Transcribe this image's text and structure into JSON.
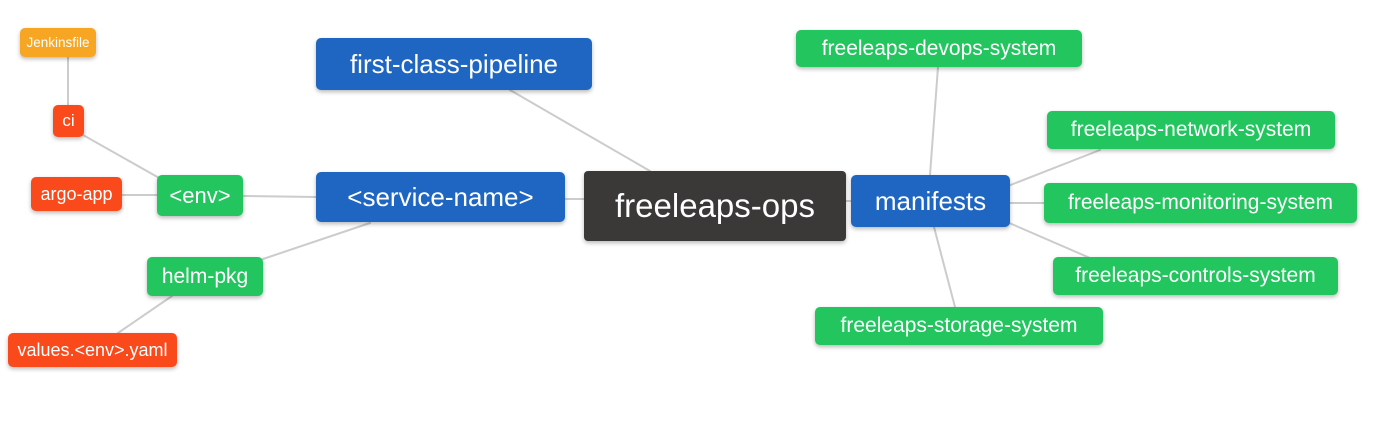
{
  "diagram": {
    "type": "mindmap",
    "background": "#FFFFFF",
    "line_color": "#CCCCCC",
    "palette": {
      "root_dark": "#3B3838",
      "branch_blue": "#1F66C2",
      "leaf_green": "#22C55E",
      "leaf_red_orange": "#FA491B",
      "leaf_orange": "#F6A623"
    },
    "nodes": {
      "freeleaps_ops": {
        "label": "freeleaps-ops",
        "color": "#3B3838"
      },
      "first_class_pipeline": {
        "label": "first-class-pipeline",
        "color": "#1F66C2"
      },
      "service_name": {
        "label": "<service-name>",
        "color": "#1F66C2"
      },
      "manifests": {
        "label": "manifests",
        "color": "#1F66C2"
      },
      "env": {
        "label": "<env>",
        "color": "#22C55E"
      },
      "helm_pkg": {
        "label": "helm-pkg",
        "color": "#22C55E"
      },
      "jenkinsfile": {
        "label": "Jenkinsfile",
        "color": "#F6A623"
      },
      "ci": {
        "label": "ci",
        "color": "#FA491B"
      },
      "argo_app": {
        "label": "argo-app",
        "color": "#FA491B"
      },
      "values_env_yaml": {
        "label": "values.<env>.yaml",
        "color": "#FA491B"
      },
      "devops_system": {
        "label": "freeleaps-devops-system",
        "color": "#22C55E"
      },
      "network_system": {
        "label": "freeleaps-network-system",
        "color": "#22C55E"
      },
      "monitoring_system": {
        "label": "freeleaps-monitoring-system",
        "color": "#22C55E"
      },
      "controls_system": {
        "label": "freeleaps-controls-system",
        "color": "#22C55E"
      },
      "storage_system": {
        "label": "freeleaps-storage-system",
        "color": "#22C55E"
      }
    },
    "edges": [
      {
        "from": "jenkinsfile",
        "to": "ci"
      },
      {
        "from": "ci",
        "to": "env"
      },
      {
        "from": "argo_app",
        "to": "env"
      },
      {
        "from": "env",
        "to": "service_name"
      },
      {
        "from": "helm_pkg",
        "to": "service_name"
      },
      {
        "from": "values_env_yaml",
        "to": "helm_pkg"
      },
      {
        "from": "first_class_pipeline",
        "to": "freeleaps_ops"
      },
      {
        "from": "service_name",
        "to": "freeleaps_ops"
      },
      {
        "from": "freeleaps_ops",
        "to": "manifests"
      },
      {
        "from": "manifests",
        "to": "devops_system"
      },
      {
        "from": "manifests",
        "to": "network_system"
      },
      {
        "from": "manifests",
        "to": "monitoring_system"
      },
      {
        "from": "manifests",
        "to": "controls_system"
      },
      {
        "from": "manifests",
        "to": "storage_system"
      }
    ]
  }
}
